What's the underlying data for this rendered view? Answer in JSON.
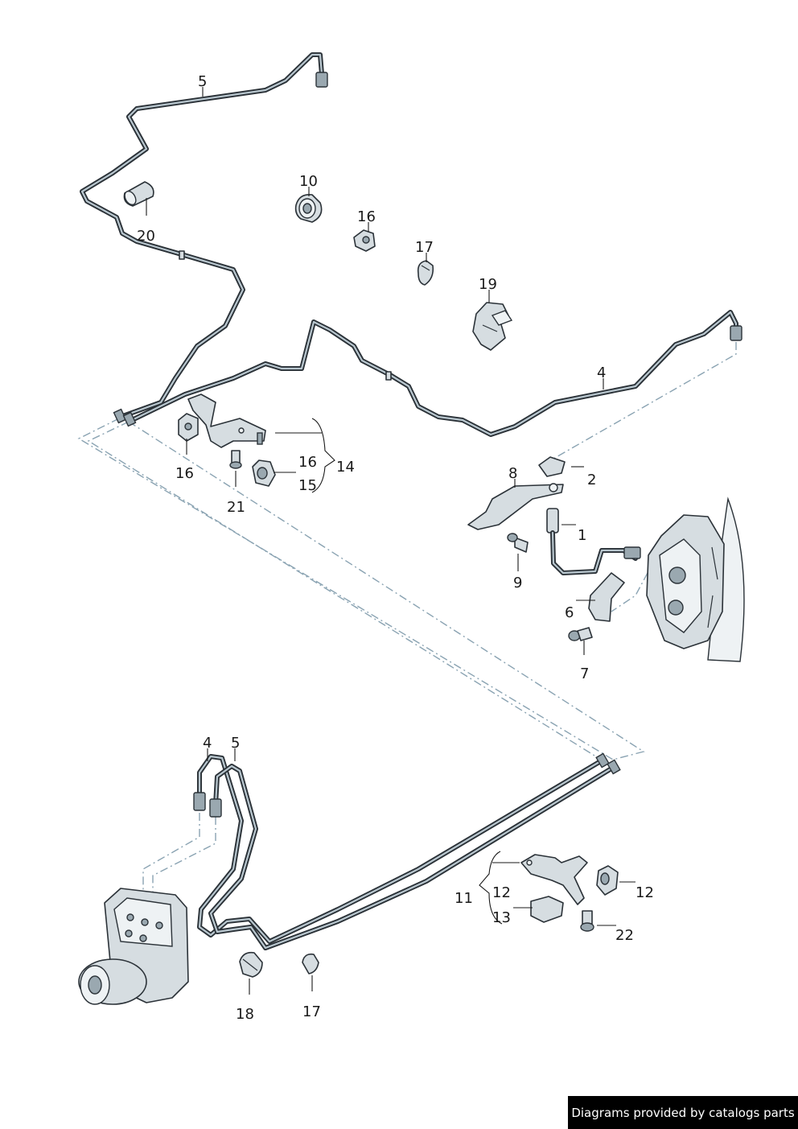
{
  "footer": {
    "text": "Diagrams provided by catalogs parts"
  },
  "callouts": {
    "c1": "1",
    "c2": "2",
    "c4a": "4",
    "c4b": "4",
    "c5a": "5",
    "c5b": "5",
    "c6": "6",
    "c7": "7",
    "c8": "8",
    "c9": "9",
    "c10": "10",
    "c11": "11",
    "c12a": "12",
    "c12b": "12",
    "c13": "13",
    "c14": "14",
    "c15": "15",
    "c16a": "16",
    "c16b": "16",
    "c16c": "16",
    "c17a": "17",
    "c17b": "17",
    "c18": "18",
    "c19": "19",
    "c20": "20",
    "c21": "21",
    "c22": "22"
  },
  "colors": {
    "line": "#2b3238",
    "pipe_highlight": "#b9c7cf",
    "dash": "#8aa3b2",
    "part_fill": "#d6dde1"
  }
}
